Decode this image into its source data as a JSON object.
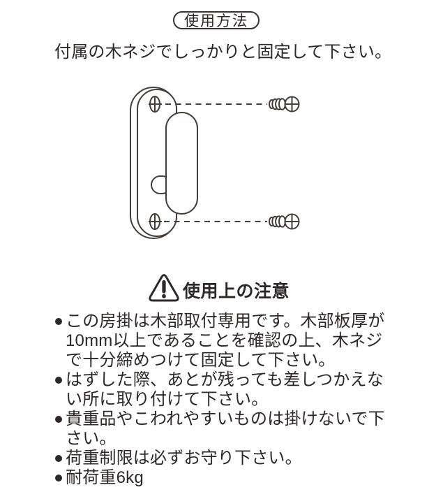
{
  "page": {
    "background": "#ffffff",
    "text_color": "#2e2726",
    "line_color": "#463c38"
  },
  "header": {
    "title": "使用方法"
  },
  "instruction": {
    "text": "付属の木ネジでしっかりと固定して下さい。"
  },
  "diagram": {
    "icons": [
      "hook-base-plate",
      "hook-knob",
      "screw-hole",
      "wood-screw",
      "alignment-dashed-line"
    ]
  },
  "caution": {
    "icon": "warning-triangle-icon",
    "heading": "使用上の注意"
  },
  "notes": [
    "この房掛は木部取付専用です。木部板厚が10mm以上であることを確認の上、木ネジで十分締めつけて固定して下さい。",
    "はずした際、あとが残っても差しつかえない所に取り付けて下さい。",
    "貴重品やこわれやすいものは掛けないで下さい。",
    "荷重制限は必ずお守り下さい。",
    "耐荷重6kg"
  ]
}
